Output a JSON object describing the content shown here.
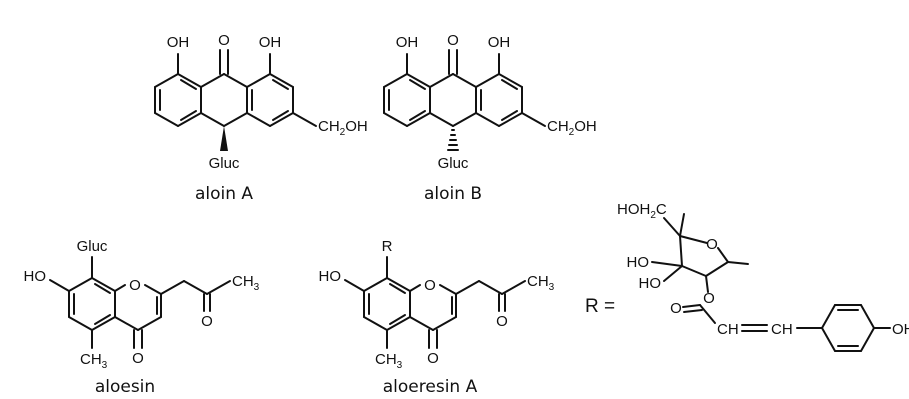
{
  "structures": {
    "aloin_a": {
      "caption": "aloin A",
      "oh_left": "OH",
      "oh_right": "OH",
      "carbonyl_o": "O",
      "ch2oh": "CH",
      "ch2oh_sub": "2",
      "ch2oh_tail": "OH",
      "gluc": "Gluc"
    },
    "aloin_b": {
      "caption": "aloin B",
      "oh_left": "OH",
      "oh_right": "OH",
      "carbonyl_o": "O",
      "ch2oh": "CH",
      "ch2oh_sub": "2",
      "ch2oh_tail": "OH",
      "gluc": "Gluc"
    },
    "aloesin": {
      "caption": "aloesin",
      "ho": "HO",
      "gluc": "Gluc",
      "ring_o": "O",
      "ketone_o": "O",
      "ch3": "CH",
      "ch3_sub": "3",
      "methyl": "CH",
      "methyl_sub": "3",
      "carbonyl_o": "O"
    },
    "aloeresin_a": {
      "caption": "aloeresin A",
      "ho": "HO",
      "r": "R",
      "ring_o": "O",
      "ketone_o": "O",
      "ch3": "CH",
      "ch3_sub": "3",
      "methyl": "CH",
      "methyl_sub": "3",
      "carbonyl_o": "O"
    },
    "r_group": {
      "r_equals": "R =",
      "hoh2c": "HOH",
      "hoh2c_sub": "2",
      "hoh2c_tail": "C",
      "ho_upper": "HO",
      "ho_lower": "HO",
      "ring_o": "O",
      "ester_o": "O",
      "carbonyl_o": "O",
      "vinyl_left": "CH",
      "vinyl_right": "CH",
      "phenol_oh": "OH"
    }
  }
}
